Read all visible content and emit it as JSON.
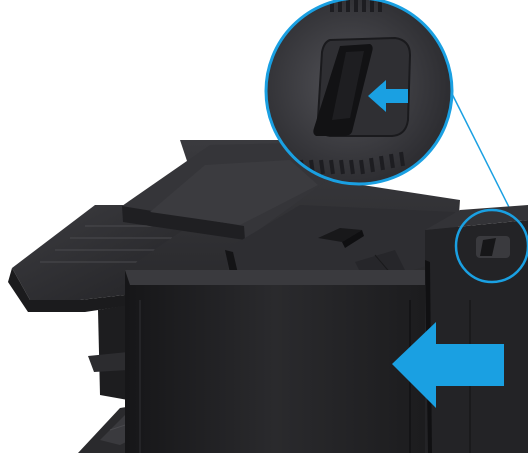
{
  "figure": {
    "subject": "finisher-unit-illustration",
    "callout_icon": "zoom-callout-magnifier",
    "release_icon": "release-button",
    "direction_icon": "push-arrow-left"
  },
  "colors": {
    "background": "#ffffff",
    "device_dark": "#1e1e20",
    "device_mid": "#2e2e31",
    "device_light": "#4a4a4e",
    "accent_arrow": "#1aa0e2",
    "callout_ring": "#1aa0e2"
  }
}
